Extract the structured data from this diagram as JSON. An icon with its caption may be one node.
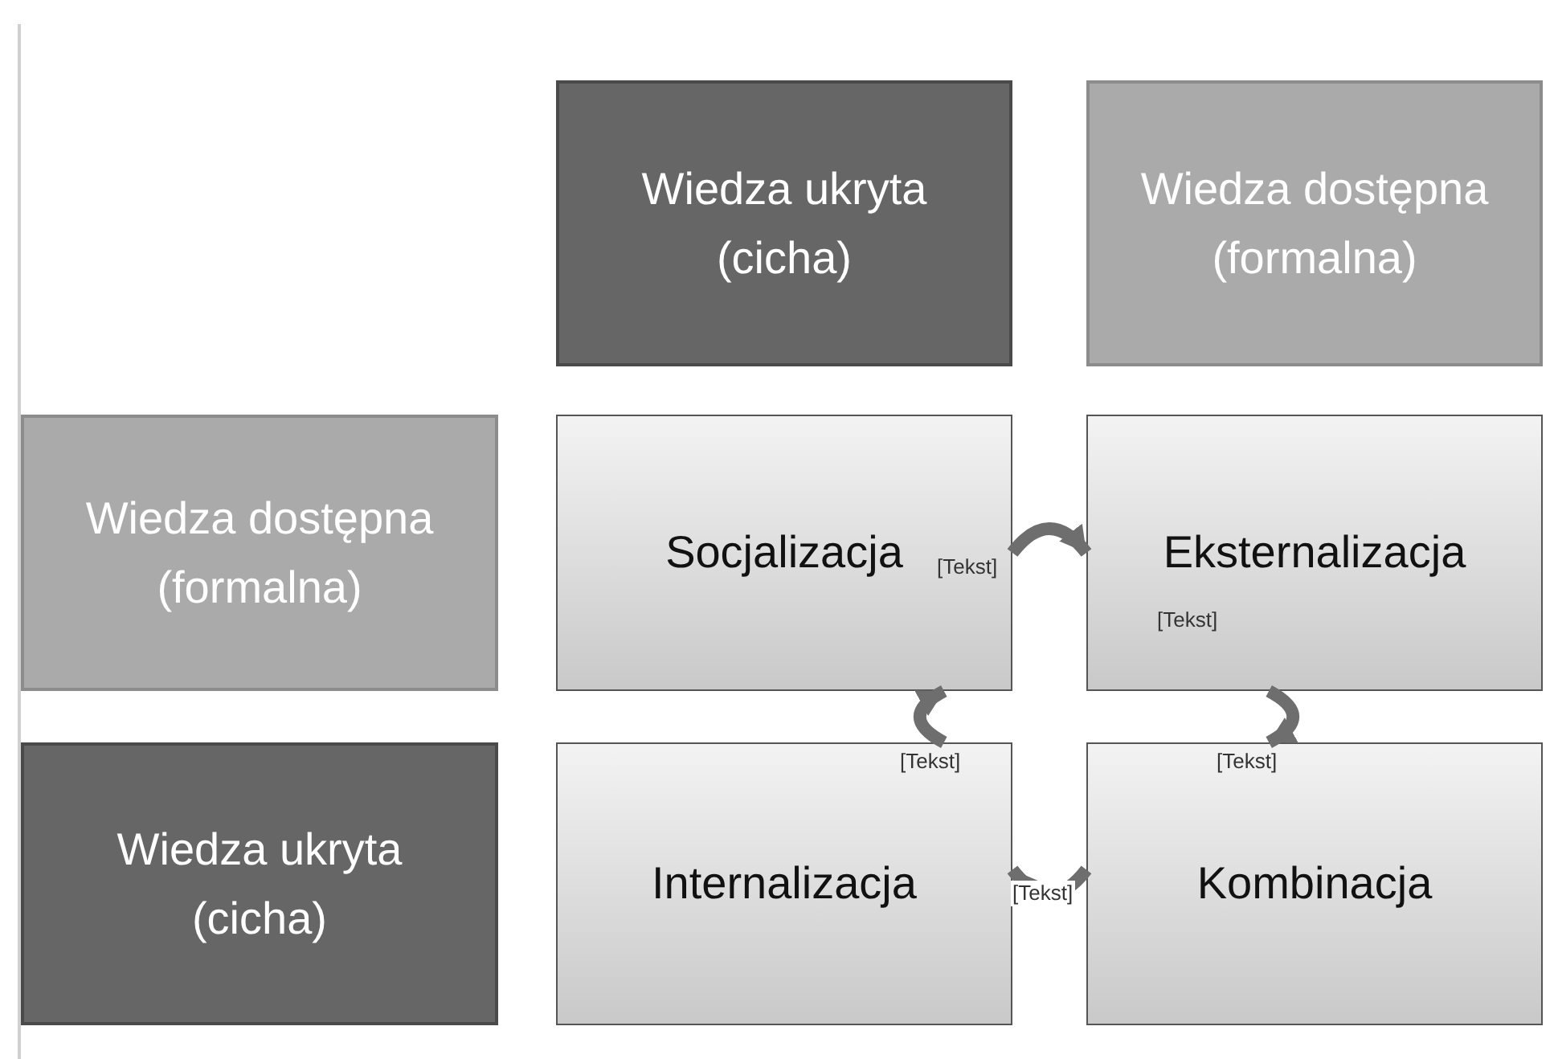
{
  "diagram": {
    "nodes": [
      {
        "text": [
          "Wiedza ukryta (cicha)"
        ]
      },
      {
        "text": [
          "Wiedza dostępna (formalna)"
        ]
      },
      {
        "text": [
          "Wiedza dostępna (formalna)"
        ]
      },
      {
        "text": [
          "Socjalizacja"
        ]
      },
      {
        "text": [
          "Eksternalizacja"
        ]
      },
      {
        "text": [
          "Wiedza ukryta (cicha)"
        ]
      },
      {
        "text": [
          "Internalizacja"
        ]
      },
      {
        "text": [
          "Kombinacja"
        ]
      }
    ],
    "edges": [
      {
        "from": 3,
        "to": 4,
        "arrow": "to"
      },
      {
        "from": 4,
        "to": 7,
        "arrow": "to"
      },
      {
        "from": 7,
        "to": 6,
        "arrow": "to",
        "label": "[Tekst]"
      },
      {
        "from": 6,
        "to": 3,
        "arrow": "to"
      }
    ],
    "labels": [
      "[Tekst]",
      "[Tekst]",
      "[Tekst]",
      "[Tekst]"
    ]
  }
}
